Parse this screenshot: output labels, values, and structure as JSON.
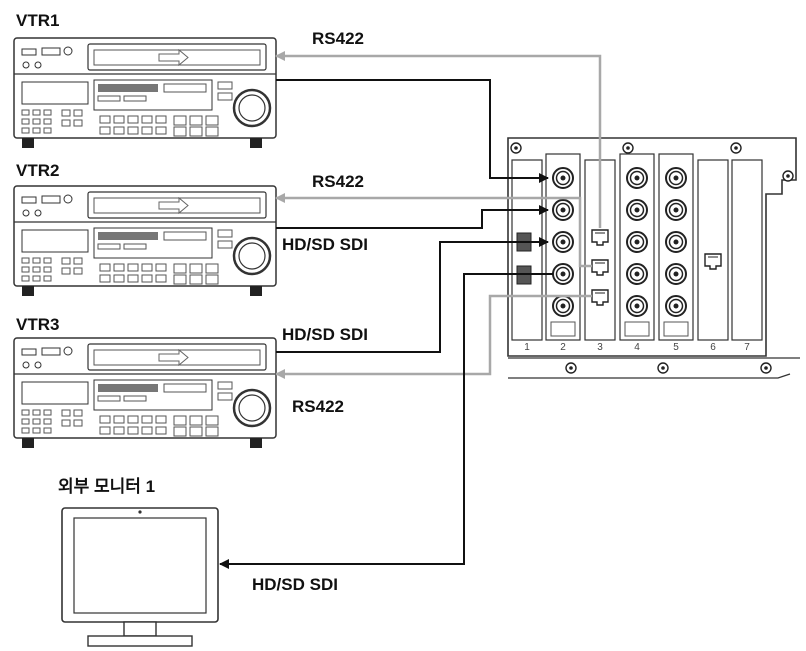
{
  "devices": {
    "vtr1": {
      "label": "VTR1"
    },
    "vtr2": {
      "label": "VTR2"
    },
    "vtr3": {
      "label": "VTR3"
    },
    "monitor": {
      "label": "외부 모니터 1"
    }
  },
  "signals": {
    "vtr1_rs422": "RS422",
    "vtr2_rs422": "RS422",
    "vtr2_sdi": "HD/SD SDI",
    "vtr3_sdi": "HD/SD SDI",
    "vtr3_rs422": "RS422",
    "monitor_sdi": "HD/SD SDI"
  },
  "chassis": {
    "slot_numbers": [
      "1",
      "2",
      "3",
      "4",
      "5",
      "6",
      "7"
    ]
  },
  "colors": {
    "sdi_line": "#111111",
    "rs422_line": "#a8a8a8",
    "outline": "#333333"
  }
}
